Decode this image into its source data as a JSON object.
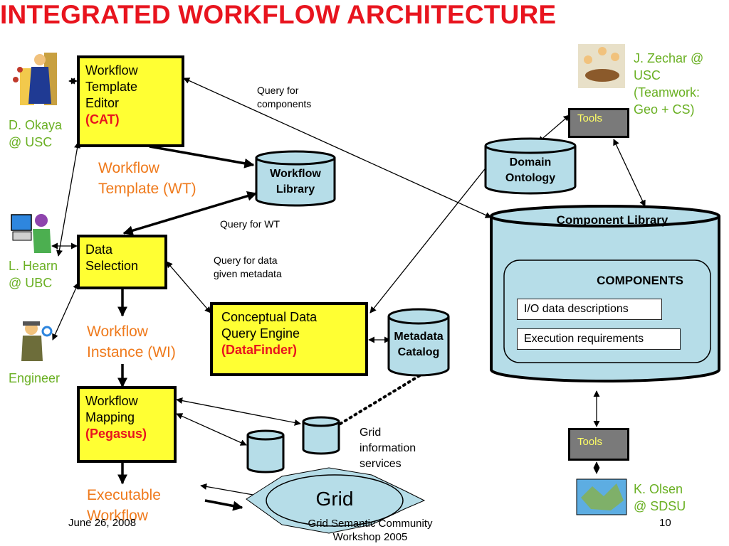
{
  "title": "INTEGRATED WORKFLOW ARCHITECTURE",
  "boxes": {
    "template_editor": [
      "Workflow",
      "Template",
      "Editor"
    ],
    "template_editor_tool": "(CAT)",
    "data_selection": [
      "Data",
      "Selection"
    ],
    "workflow_mapping": [
      "Workflow",
      "Mapping"
    ],
    "workflow_mapping_tool": "(Pegasus)",
    "query_engine": [
      "Conceptual Data",
      "Query Engine"
    ],
    "query_engine_tool": "(DataFinder)"
  },
  "artifacts": {
    "wt": [
      "Workflow",
      "Template (WT)"
    ],
    "wi": [
      "Workflow",
      "Instance (WI)"
    ],
    "exec": [
      "Executable",
      "Workflow"
    ]
  },
  "people": {
    "okaya": [
      "D. Okaya",
      "@ USC"
    ],
    "hearn": [
      "L. Hearn",
      "@ UBC"
    ],
    "engineer": "Engineer",
    "zechar": [
      "J. Zechar @",
      "USC",
      "(Teamwork:",
      "Geo + CS)"
    ],
    "olsen": [
      "K. Olsen",
      "@ SDSU"
    ]
  },
  "stores": {
    "workflow_library": [
      "Workflow",
      "Library"
    ],
    "domain_ontology": [
      "Domain",
      "Ontology"
    ],
    "metadata_catalog": [
      "Metadata",
      "Catalog"
    ],
    "component_library": "Component Library",
    "components_title": "COMPONENTS",
    "io_desc": "I/O data descriptions",
    "exec_req": "Execution requirements"
  },
  "annotations": {
    "query_components": [
      "Query for",
      "components"
    ],
    "query_wt": "Query for WT",
    "query_data": [
      "Query for data",
      "given metadata"
    ],
    "grid_info": [
      "Grid",
      "information",
      "services"
    ]
  },
  "tools_label": "Tools",
  "grid_label": "Grid",
  "footer": {
    "date": "June 26, 2008",
    "event": [
      "Grid Semantic Community",
      "Workshop 2005"
    ],
    "page": "10"
  },
  "colors": {
    "title": "#e8141e",
    "box_fill": "#ffff33",
    "orange_text": "#ef7a1c",
    "green_text": "#6ab023",
    "cylinder_fill": "#b6dde8",
    "tools_fill": "#7a7a7a",
    "tools_text": "#ffff66"
  },
  "icons": [
    "businessman-icon",
    "computer-user-icon",
    "engineer-icon",
    "meeting-icon",
    "map-icon"
  ]
}
